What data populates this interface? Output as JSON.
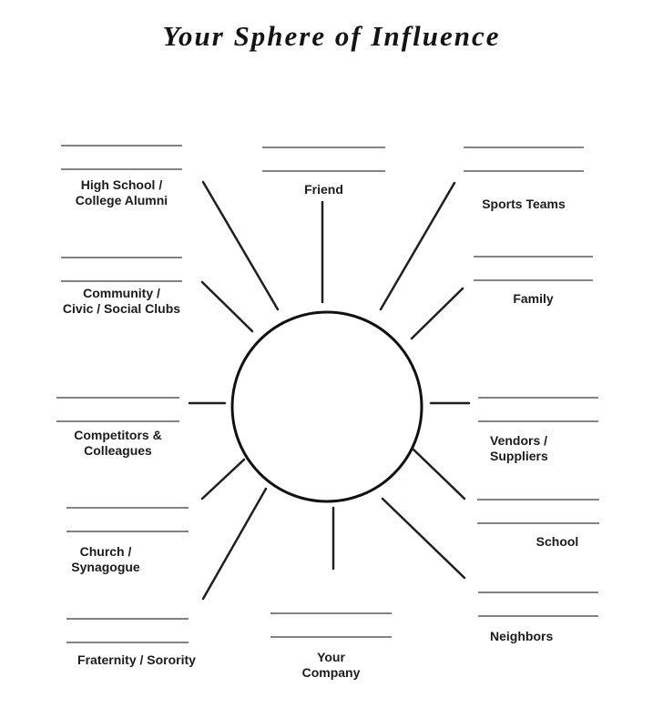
{
  "title": "Your Sphere of Influence",
  "colors": {
    "ink": "#1b1b1b",
    "spoke": "#1f1f1f",
    "circle_stroke": "#111111",
    "blank_line": "#838383",
    "background": "#ffffff"
  },
  "center_circle": {
    "description": "empty-circle-hub"
  },
  "blank_lines_per_station": 2,
  "stations": [
    {
      "id": "high-school",
      "label": "High School /\nCollege Alumni"
    },
    {
      "id": "friend",
      "label": "Friend"
    },
    {
      "id": "sports-teams",
      "label": "Sports Teams"
    },
    {
      "id": "community",
      "label": "Community /\nCivic / Social Clubs"
    },
    {
      "id": "family",
      "label": "Family"
    },
    {
      "id": "competitors",
      "label": "Competitors &\nColleagues"
    },
    {
      "id": "vendors",
      "label": "Vendors /\nSuppliers"
    },
    {
      "id": "church",
      "label": "Church /\nSynagogue"
    },
    {
      "id": "school",
      "label": "School"
    },
    {
      "id": "fraternity",
      "label": "Fraternity / Sorority"
    },
    {
      "id": "your-company",
      "label": "Your\nCompany"
    },
    {
      "id": "neighbors",
      "label": "Neighbors"
    }
  ]
}
